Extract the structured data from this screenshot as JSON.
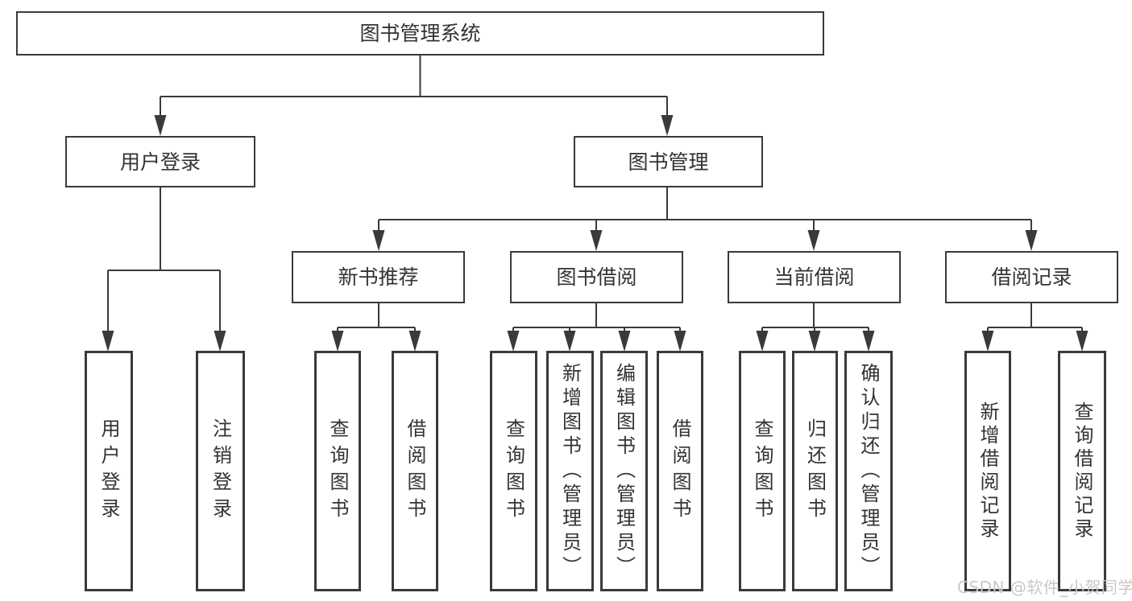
{
  "tree": {
    "root": {
      "label": "图书管理系统"
    },
    "level2": [
      {
        "label": "用户登录",
        "children": [
          {
            "label": "用户登录"
          },
          {
            "label": "注销登录"
          }
        ]
      },
      {
        "label": "图书管理",
        "children": [
          {
            "label": "新书推荐",
            "children": [
              {
                "label": "查询图书"
              },
              {
                "label": "借阅图书"
              }
            ]
          },
          {
            "label": "图书借阅",
            "children": [
              {
                "label": "查询图书"
              },
              {
                "label": "新增图书（管理员）"
              },
              {
                "label": "编辑图书（管理员）"
              },
              {
                "label": "借阅图书"
              }
            ]
          },
          {
            "label": "当前借阅",
            "children": [
              {
                "label": "查询图书"
              },
              {
                "label": "归还图书"
              },
              {
                "label": "确认归还（管理员）"
              }
            ]
          },
          {
            "label": "借阅记录",
            "children": [
              {
                "label": "新增借阅记录"
              },
              {
                "label": "查询借阅记录"
              }
            ]
          }
        ]
      }
    ]
  },
  "watermark": {
    "text": "CSDN @软件_小贺同学"
  },
  "colors": {
    "line": "#3a3a3a",
    "text": "#333333",
    "watermark": "#c8c8c8",
    "background": "#ffffff"
  }
}
